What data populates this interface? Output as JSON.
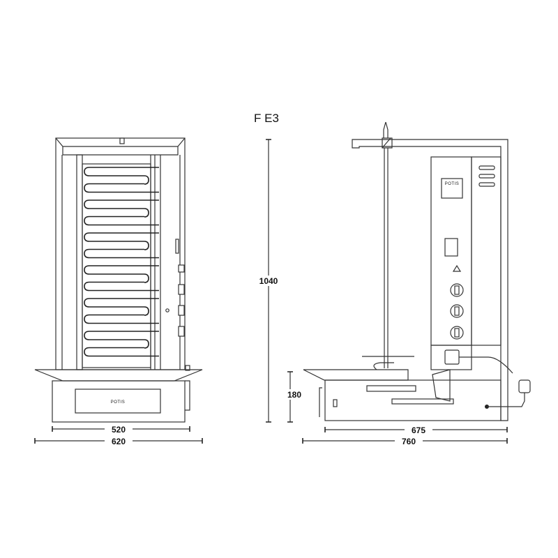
{
  "title": "F E3",
  "brand": "POTIS",
  "front_view": {
    "width_inner": "520",
    "width_outer": "620",
    "heater_rows": 12
  },
  "side_view": {
    "height_total": "1040",
    "base_height": "180",
    "depth_inner": "675",
    "depth_outer": "760",
    "control_knobs": 3
  },
  "colors": {
    "line": "#333333",
    "background": "#ffffff"
  }
}
